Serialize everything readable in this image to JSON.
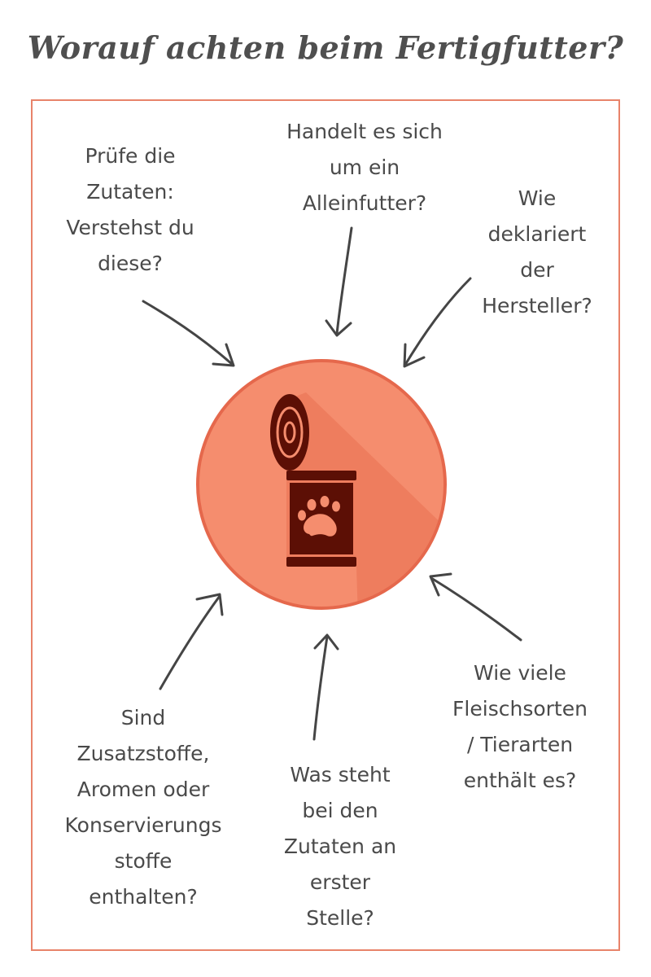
{
  "title": "Worauf achten beim Fertigfutter?",
  "questions": {
    "top_left": [
      "Prüfe die",
      "Zutaten:",
      "Verstehst du",
      "diese?"
    ],
    "top_center": [
      "Handelt es sich",
      "um ein",
      "Alleinfutter?"
    ],
    "top_right": [
      "Wie",
      "deklariert",
      "der",
      "Hersteller?"
    ],
    "bottom_left": [
      "Sind",
      "Zusatzstoffe,",
      "Aromen oder",
      "Konservierungs",
      "stoffe",
      "enthalten?"
    ],
    "bottom_center": [
      "Was steht",
      "bei den",
      "Zutaten an",
      "erster",
      "Stelle?"
    ],
    "bottom_right": [
      "Wie viele",
      "Fleischsorten",
      "/ Tierarten",
      "enthält es?"
    ]
  },
  "icon": "pet-food-can-icon",
  "colors": {
    "accent": "#e8836a",
    "circle_fill": "#f58d6e",
    "circle_stroke": "#e5684c",
    "can": "#5c0f05",
    "text": "#4a4a4a",
    "arrow": "#454545"
  }
}
